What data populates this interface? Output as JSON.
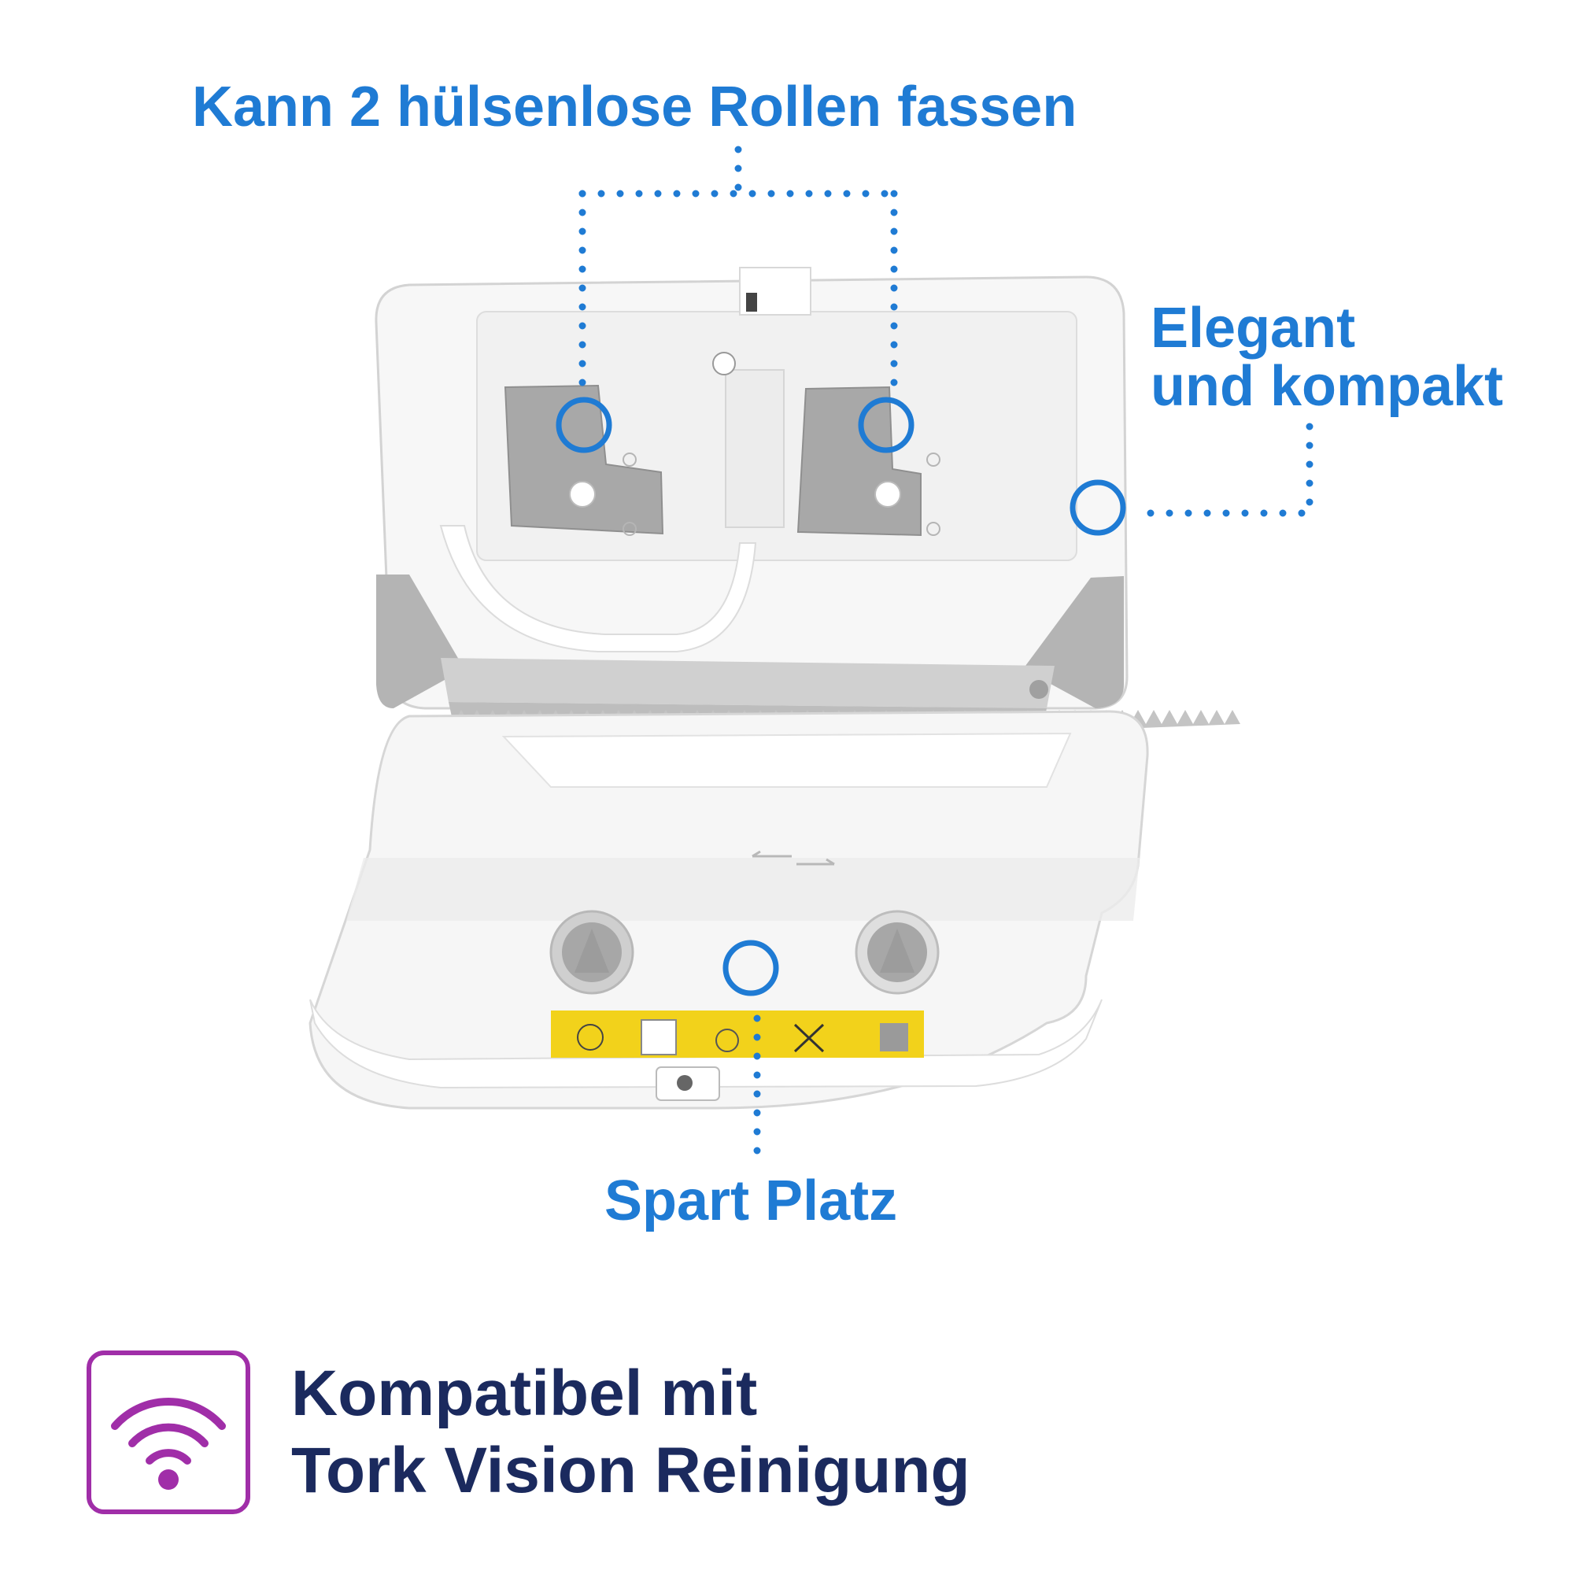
{
  "callouts": {
    "rolls": "Kann 2 hülsenlose Rollen fassen",
    "elegant_line1": "Elegant",
    "elegant_line2": "und kompakt",
    "space": "Spart Platz"
  },
  "footer": {
    "line1": "Kompatibel mit",
    "line2": "Tork Vision Reinigung",
    "icon": "wifi-signal-icon"
  },
  "colors": {
    "callout_blue": "#1f7bd4",
    "footer_text": "#1b2a5e",
    "icon_purple": "#a02ea8",
    "label_yellow": "#f2d21b"
  }
}
